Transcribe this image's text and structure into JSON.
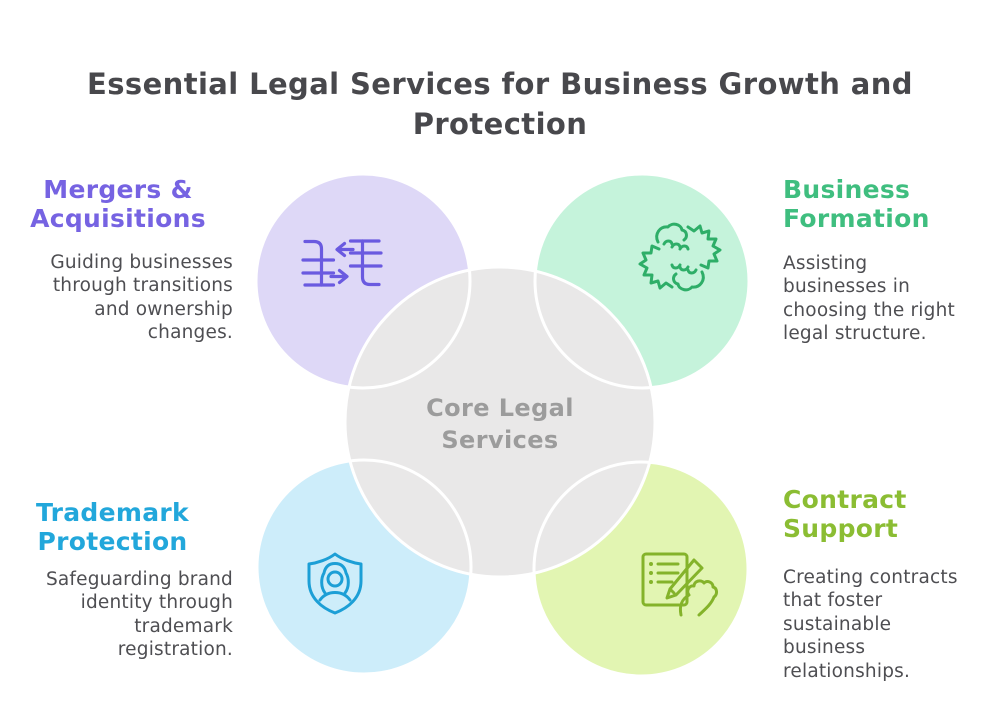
{
  "title": "Essential Legal Services for Business Growth and Protection",
  "center": {
    "label": "Core Legal\nServices",
    "icon": "core-circle"
  },
  "sections": [
    {
      "id": "mergers-acquisitions",
      "heading": "Mergers &\nAcquisitions",
      "description": "Guiding businesses\nthrough transitions\nand ownership\nchanges.",
      "icon": "merger-tables-icon",
      "position": "top-left"
    },
    {
      "id": "business-formation",
      "heading": "Business\nFormation",
      "description": "Assisting\nbusinesses in\nchoosing the right\nlegal structure.",
      "icon": "partnership-hands-icon",
      "position": "top-right"
    },
    {
      "id": "trademark-protection",
      "heading": "Trademark\nProtection",
      "description": "Safeguarding brand\nidentity through\ntrademark\nregistration.",
      "icon": "trademark-shield-icon",
      "position": "bottom-left"
    },
    {
      "id": "contract-support",
      "heading": "Contract\nSupport",
      "description": "Creating contracts\nthat foster\nsustainable\nbusiness\nrelationships.",
      "icon": "contract-signing-icon",
      "position": "bottom-right"
    }
  ],
  "colors": {
    "title_text": "#48484c",
    "body_text": "#4e4e52",
    "center_text": "#9c9c9c",
    "core_fill": "#e9e8e8",
    "mergers_fill": "#ded8f7",
    "formation_fill": "#c5f3db",
    "trademark_fill": "#cdedfa",
    "contract_fill": "#e2f5b2",
    "mergers_accent": "#7663e2",
    "formation_accent": "#3fbe7f",
    "trademark_accent": "#22a7db",
    "contract_accent": "#8bbd33",
    "mergers_icon": "#6a5ae0",
    "formation_icon": "#2eae68",
    "trademark_icon": "#1c9fd6",
    "contract_icon": "#84b32a",
    "circle_outline": "#ffffff"
  }
}
